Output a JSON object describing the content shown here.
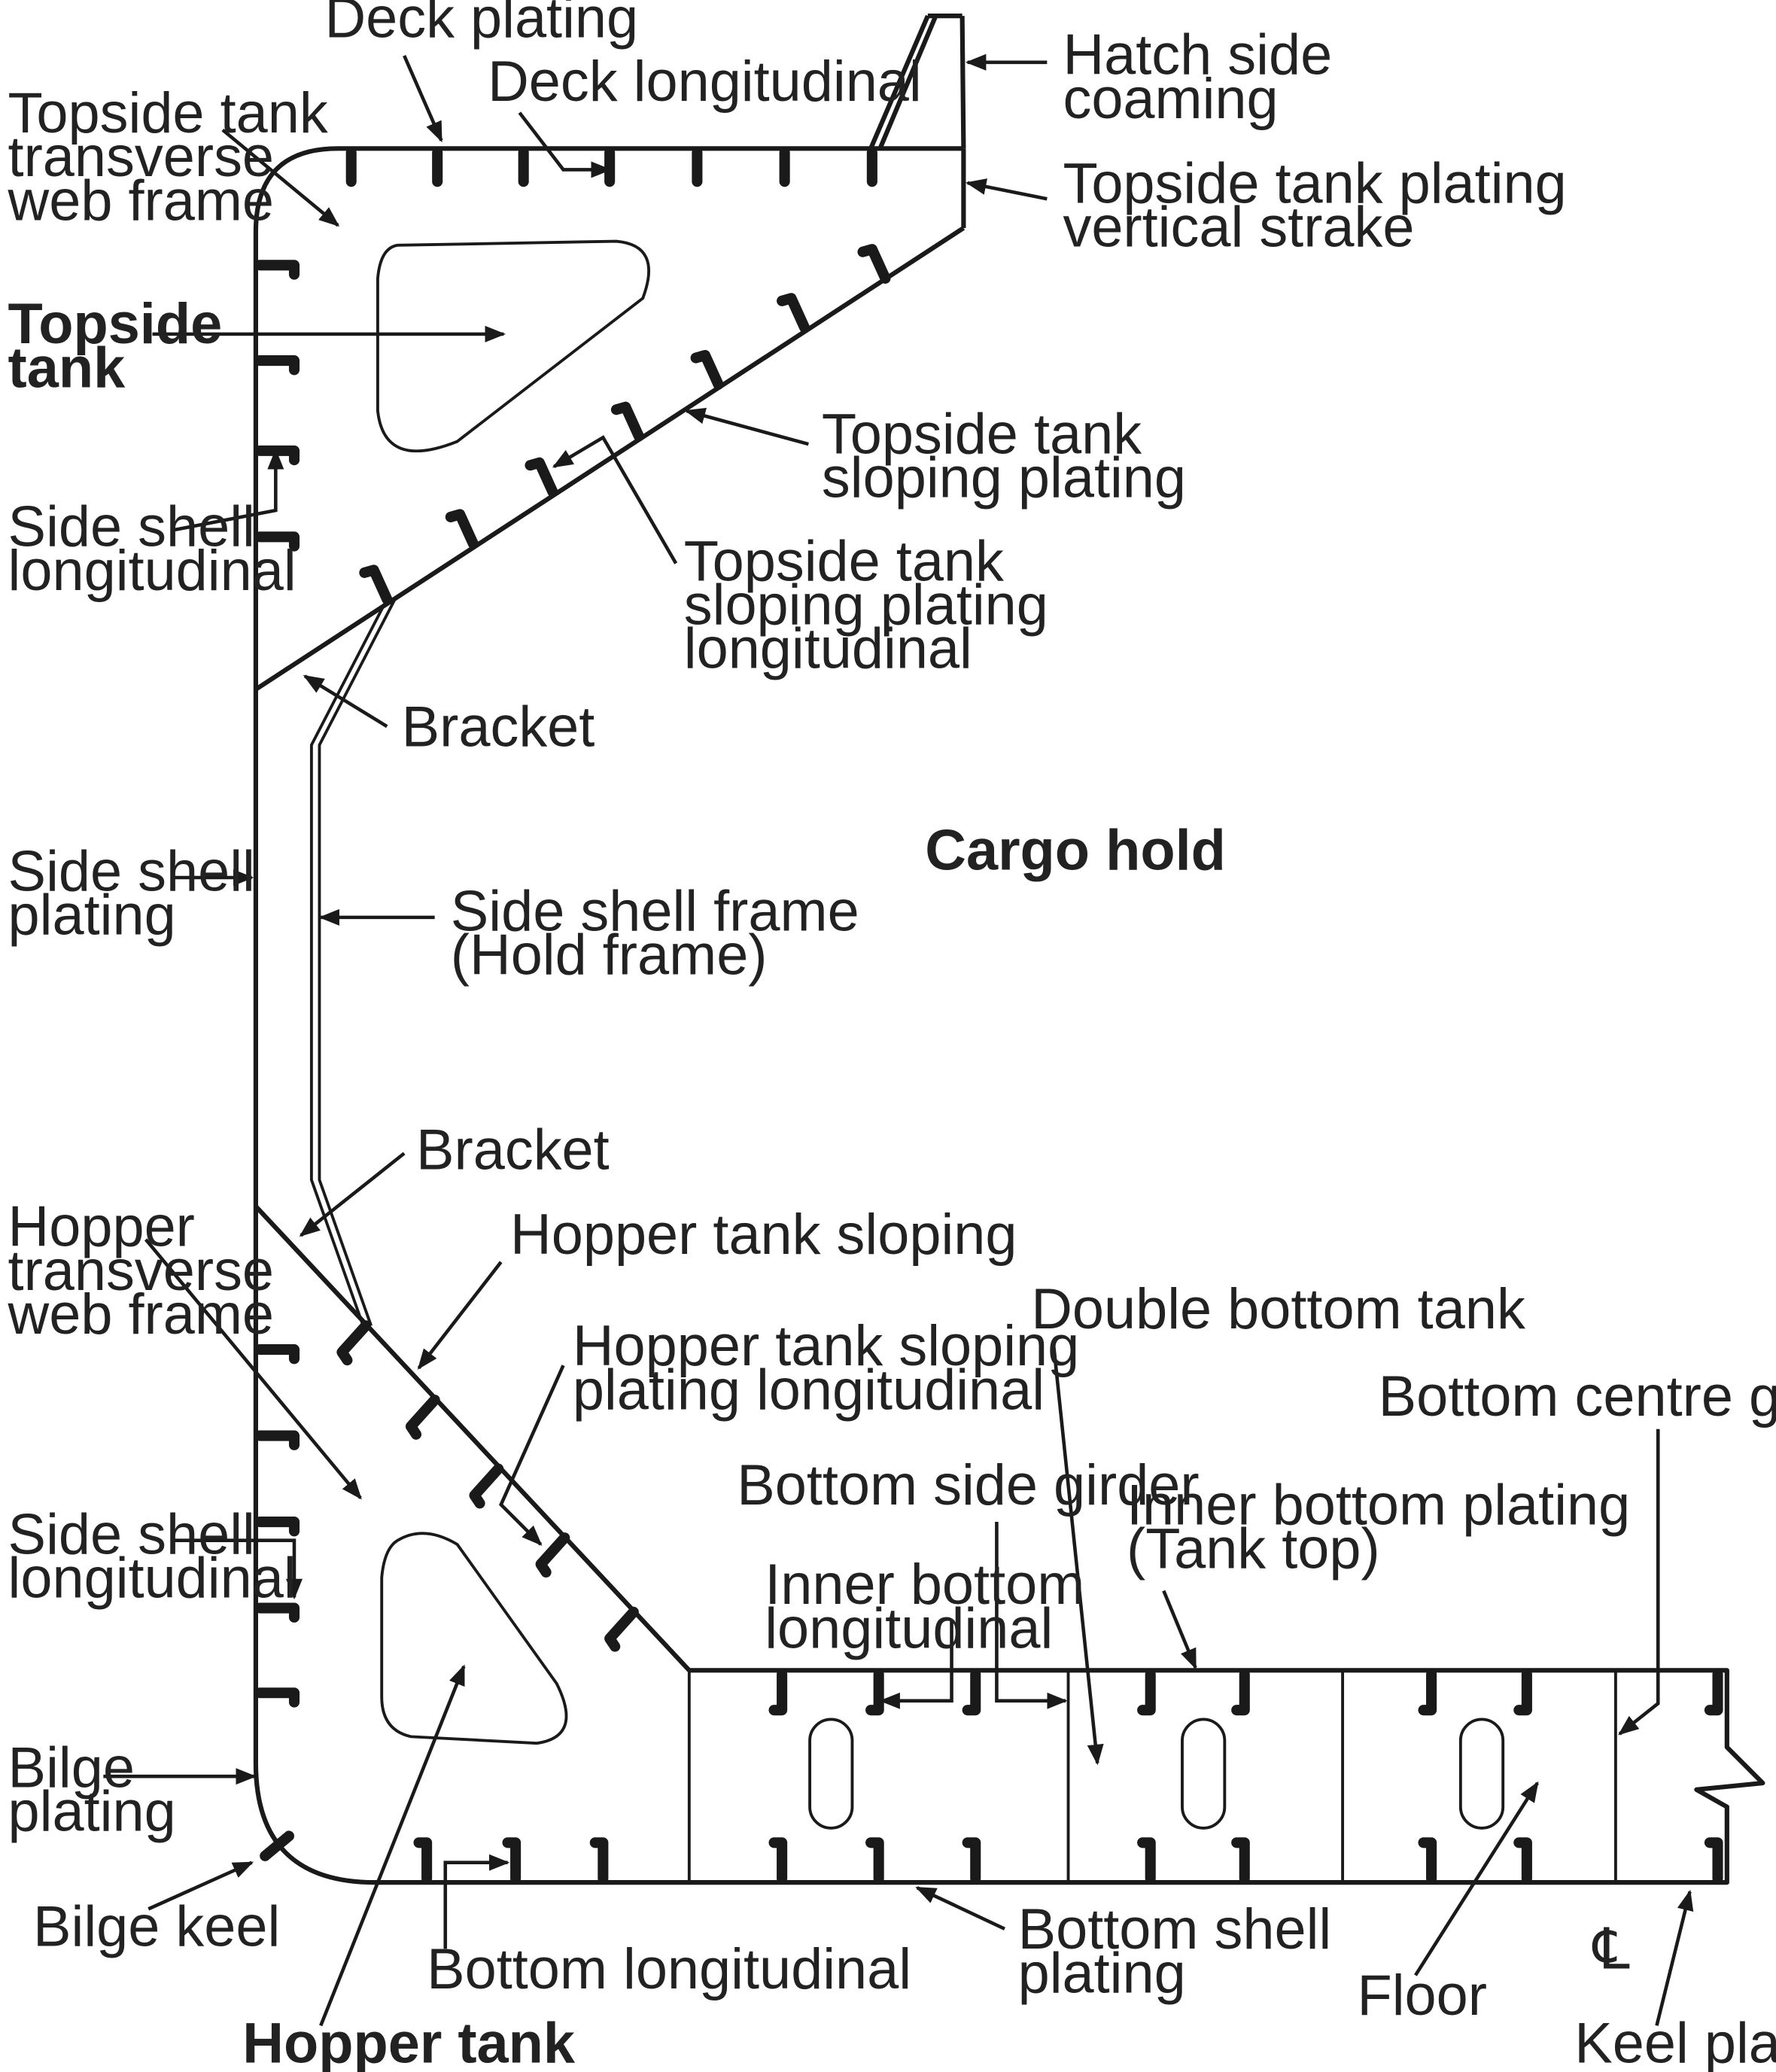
{
  "labels": {
    "deck_plating": "Deck plating",
    "deck_longitudinal": "Deck longitudinal",
    "hatch_side_coaming_1": "Hatch side",
    "hatch_side_coaming_2": "coaming",
    "topside_web_1": "Topside tank",
    "topside_web_2": "transverse",
    "topside_web_3": "web frame",
    "topside_vertical_1": "Topside tank plating",
    "topside_vertical_2": "vertical strake",
    "topside_tank_1": "Topside",
    "topside_tank_2": "tank",
    "topside_sloping_1": "Topside tank",
    "topside_sloping_2": "sloping plating",
    "side_long_upper_1": "Side shell",
    "side_long_upper_2": "longitudinal",
    "topside_sloping_long_1": "Topside tank",
    "topside_sloping_long_2": "sloping plating",
    "topside_sloping_long_3": "longitudinal",
    "bracket_upper": "Bracket",
    "cargo_hold": "Cargo hold",
    "side_shell_plating_1": "Side shell",
    "side_shell_plating_2": "plating",
    "side_frame_1": "Side shell frame",
    "side_frame_2": "(Hold frame)",
    "bracket_lower": "Bracket",
    "hopper_web_1": "Hopper",
    "hopper_web_2": "transverse",
    "hopper_web_3": "web frame",
    "hopper_sloping": "Hopper tank sloping",
    "double_bottom_tank": "Double bottom tank",
    "hopper_sloping_long_1": "Hopper tank sloping",
    "hopper_sloping_long_2": "plating longitudinal",
    "bottom_centre_girder": "Bottom centre girder",
    "bottom_side_girder": "Bottom side girder",
    "inner_bottom_plating_1": "Inner bottom plating",
    "inner_bottom_plating_2": "(Tank top)",
    "side_long_lower_1": "Side shell",
    "side_long_lower_2": "longitudinal",
    "inner_bottom_long_1": "Inner bottom",
    "inner_bottom_long_2": "longitudinal",
    "bilge_plating_1": "Bilge",
    "bilge_plating_2": "plating",
    "bilge_keel": "Bilge keel",
    "bottom_longitudinal": "Bottom longitudinal",
    "bottom_shell_1": "Bottom shell",
    "bottom_shell_2": "plating",
    "floor": "Floor",
    "keel_plate": "Keel plate",
    "hopper_tank": "Hopper tank"
  },
  "centreline_symbol": "℄"
}
